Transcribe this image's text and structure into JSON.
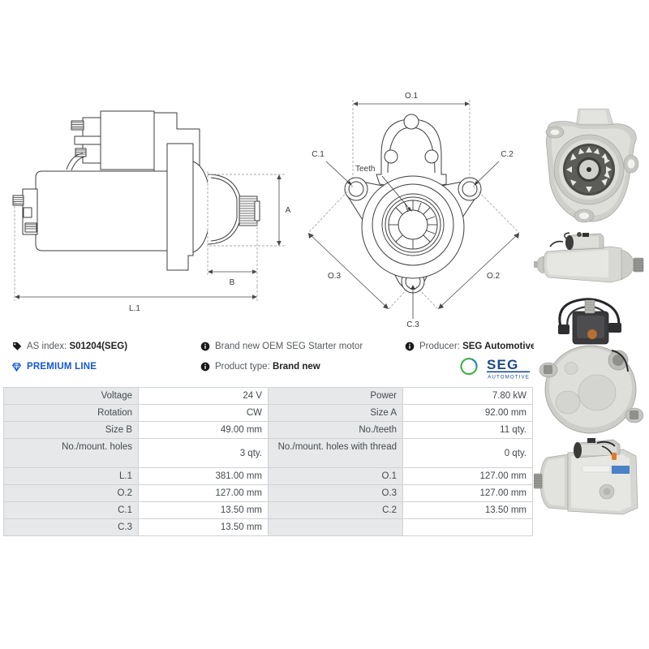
{
  "product": {
    "as_index_label": "AS index:",
    "as_index_value": "S01204(SEG)",
    "premium_line": "PREMIUM LINE",
    "description": "Brand new OEM SEG Starter motor",
    "product_type_label": "Product type:",
    "product_type_value": "Brand new",
    "producer_label": "Producer:",
    "producer_value": "SEG Automotive",
    "brand_logo_text": "SEG",
    "brand_logo_subtext": "AUTOMOTIVE"
  },
  "colors": {
    "premium_blue": "#1558d6",
    "logo_blue": "#1b4a8a",
    "logo_green": "#3fae49",
    "table_label_bg": "#e7e8e9",
    "table_border": "#cfd2d4",
    "text_gray": "#555a5e",
    "drawing_line": "#3a3a3a"
  },
  "drawings": {
    "side_view": {
      "name": "starter-motor-side-view",
      "dimension_labels": [
        "A",
        "B",
        "L.1"
      ]
    },
    "front_view": {
      "name": "starter-motor-front-view",
      "dimension_labels": [
        "O.1",
        "O.2",
        "O.3",
        "C.1",
        "C.2",
        "C.3"
      ],
      "annotation": "Teeth"
    }
  },
  "photos": [
    {
      "name": "product-photo-flange-front",
      "caption": ""
    },
    {
      "name": "product-photo-side-angle",
      "caption": ""
    },
    {
      "name": "product-photo-rear-solenoid",
      "caption": ""
    },
    {
      "name": "product-photo-side-profile",
      "caption": ""
    }
  ],
  "spec_table": {
    "rows": [
      {
        "l1": "Voltage",
        "v1": "24 V",
        "l2": "Power",
        "v2": "7.80 kW",
        "tall": false
      },
      {
        "l1": "Rotation",
        "v1": "CW",
        "l2": "Size A",
        "v2": "92.00 mm",
        "tall": false
      },
      {
        "l1": "Size B",
        "v1": "49.00 mm",
        "l2": "No./teeth",
        "v2": "11 qty.",
        "tall": false
      },
      {
        "l1": "No./mount. holes",
        "v1": "3 qty.",
        "l2": "No./mount. holes with thread",
        "v2": "0 qty.",
        "tall": true
      },
      {
        "l1": "L.1",
        "v1": "381.00 mm",
        "l2": "O.1",
        "v2": "127.00 mm",
        "tall": false
      },
      {
        "l1": "O.2",
        "v1": "127.00 mm",
        "l2": "O.3",
        "v2": "127.00 mm",
        "tall": false
      },
      {
        "l1": "C.1",
        "v1": "13.50 mm",
        "l2": "C.2",
        "v2": "13.50 mm",
        "tall": false
      },
      {
        "l1": "C.3",
        "v1": "13.50 mm",
        "l2": "",
        "v2": "",
        "tall": false
      }
    ]
  }
}
